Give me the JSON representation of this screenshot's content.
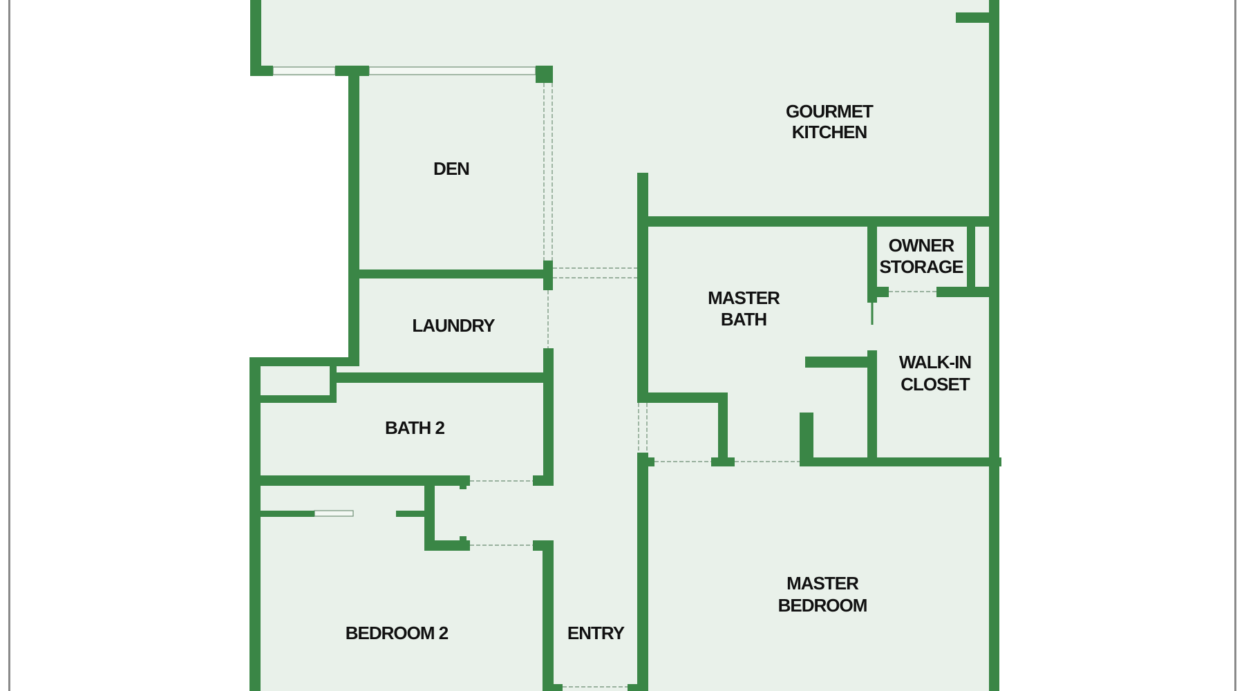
{
  "plan": {
    "colors": {
      "wall": "#3a8646",
      "floor": "#e9f1ea",
      "background": "#ffffff",
      "label": "#111111",
      "frame": "#8a8a8a"
    },
    "rooms": {
      "gourmet_kitchen": [
        "GOURMET",
        "KITCHEN"
      ],
      "den": [
        "DEN"
      ],
      "owner_storage": [
        "OWNER",
        "STORAGE"
      ],
      "master_bath": [
        "MASTER",
        "BATH"
      ],
      "laundry": [
        "LAUNDRY"
      ],
      "walk_in_closet": [
        "WALK-IN",
        "CLOSET"
      ],
      "bath_2": [
        "BATH 2"
      ],
      "master_bedroom": [
        "MASTER",
        "BEDROOM"
      ],
      "bedroom_2": [
        "BEDROOM 2"
      ],
      "entry": [
        "ENTRY"
      ]
    }
  }
}
